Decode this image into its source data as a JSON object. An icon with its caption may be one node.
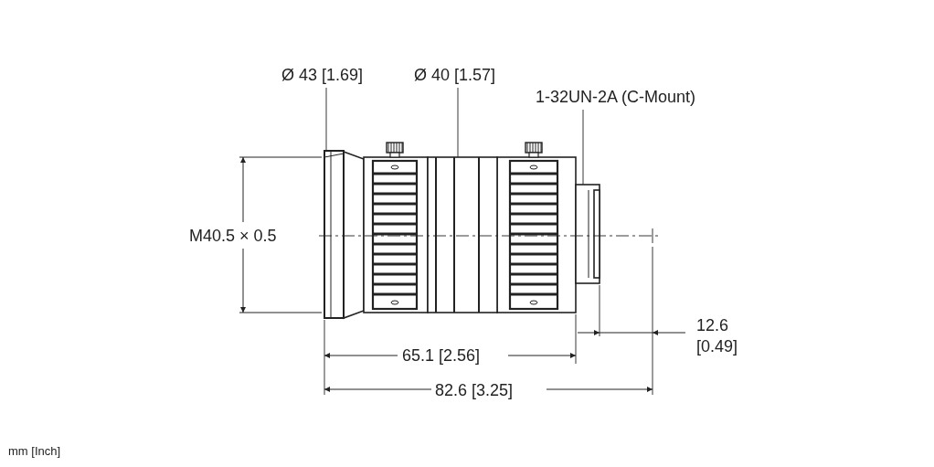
{
  "diagram": {
    "nodes": [
      {
        "text": [
          "Ø 43 [1.69]"
        ]
      },
      {
        "text": [
          "Ø 40 [1.57]"
        ]
      },
      {
        "text": [
          "1-32UN-2A (C-Mount)"
        ]
      },
      {
        "text": [],
        "shape": "picture"
      },
      {
        "text": [],
        "shape": "picture"
      },
      {
        "text": [],
        "shape": "picture"
      }
    ],
    "edges": [
      {
        "from": 0,
        "to": 3,
        "arrow": "none"
      },
      {
        "from": 1,
        "to": 4,
        "arrow": "none"
      },
      {
        "from": 2,
        "to": 5,
        "arrow": "none"
      }
    ],
    "labels": [
      "M40.5 × 0.5",
      "65.1 [2.56]",
      "12.6 [0.49]",
      "82.6 [3.25]",
      "mm [Inch]"
    ]
  }
}
